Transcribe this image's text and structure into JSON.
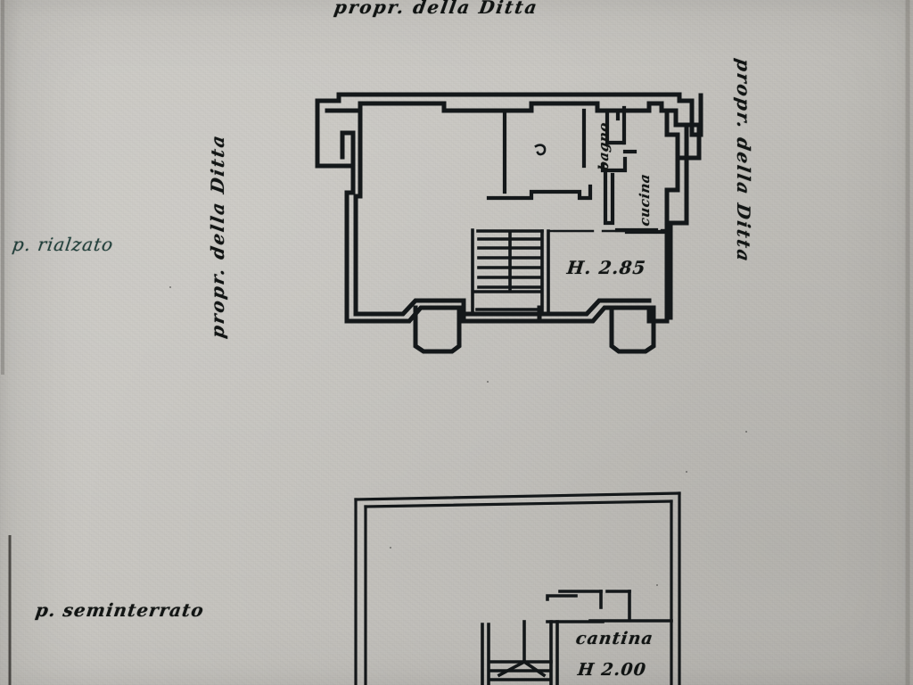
{
  "document": {
    "type": "scanned-architectural-floor-plan",
    "medium": "photographed paper drawing",
    "paper_color": "#c9c7c2",
    "ink_color": "#121514",
    "annotation_ink_color": "#22423d"
  },
  "boundary_labels": {
    "top": "propr. della Ditta",
    "left": "propr. della Ditta",
    "right": "propr. della Ditta"
  },
  "plans": [
    {
      "id": "upper",
      "level_label": "p. rialzato",
      "ceiling_height_label": "H. 2.85",
      "rooms": [
        {
          "name": "bagno"
        },
        {
          "name": "cucina"
        }
      ],
      "features": [
        "stairs",
        "balcony-left",
        "balcony-bottom-left",
        "balcony-right",
        "balcony-bottom-right"
      ]
    },
    {
      "id": "lower",
      "level_label": "p. seminterrato",
      "ceiling_height_label": "H 2.00",
      "rooms": [
        {
          "name": "cantina"
        }
      ],
      "features": [
        "stairs",
        "double-line-perimeter-wall"
      ]
    }
  ],
  "texts": {
    "propr_della_ditta": "propr. della Ditta",
    "p_rialzato": "p. rialzato",
    "p_seminterrato": "p. seminterrato",
    "bagno": "bagno",
    "cucina": "cucina",
    "h_285": "H. 2.85",
    "cantina": "cantina",
    "h_200": "H 2.00"
  }
}
